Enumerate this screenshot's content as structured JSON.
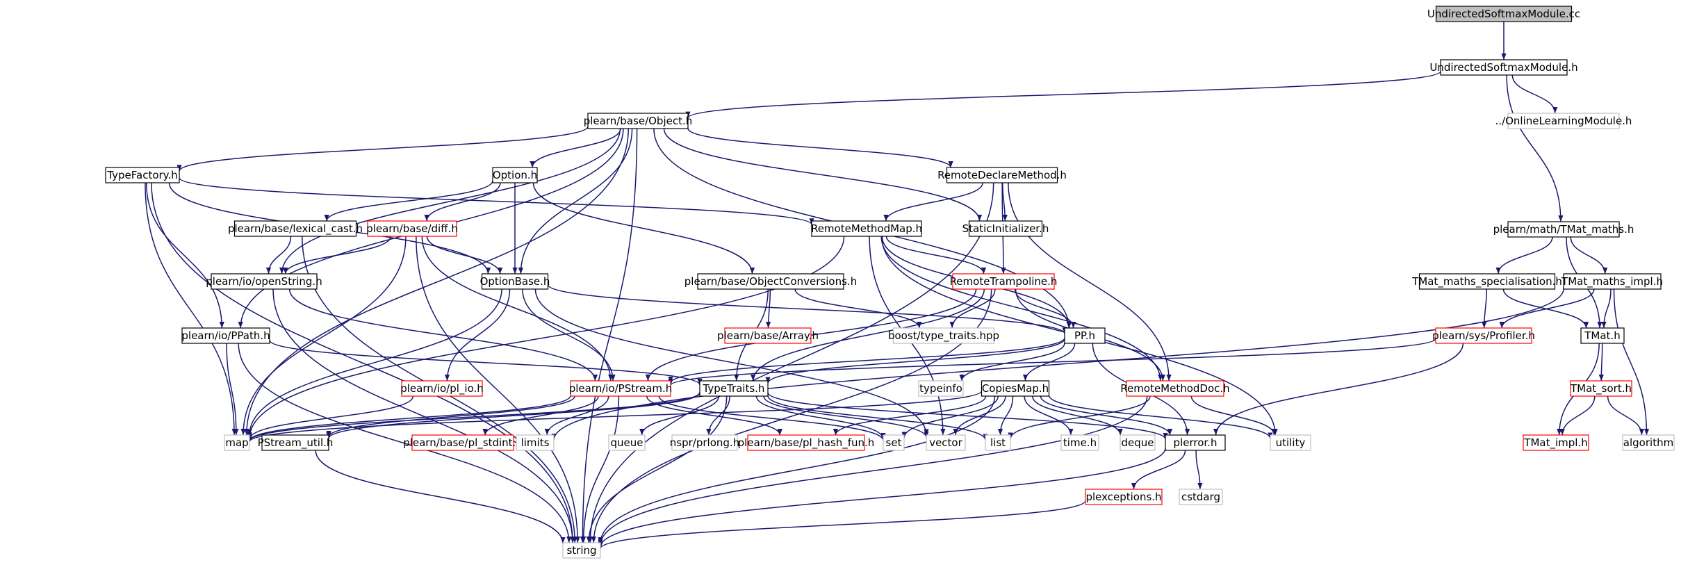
{
  "colors": {
    "edge": "#191970",
    "solid_border": "#000000",
    "missing_border": "#bfbfbf",
    "incomplete_border": "#ff0000",
    "root_fill": "#bfbfbf",
    "node_fill": "#ffffff"
  },
  "nodes": [
    {
      "id": "n0",
      "label": "UndirectedSoftmaxModule.cc",
      "kind": "root"
    },
    {
      "id": "n1",
      "label": "UndirectedSoftmaxModule.h",
      "kind": "solid"
    },
    {
      "id": "n2",
      "label": "plearn/base/Object.h",
      "kind": "solid"
    },
    {
      "id": "n3",
      "label": "../OnlineLearningModule.h",
      "kind": "missing"
    },
    {
      "id": "n4",
      "label": "plearn/math/TMat_maths.h",
      "kind": "solid"
    },
    {
      "id": "n5",
      "label": "TypeFactory.h",
      "kind": "solid"
    },
    {
      "id": "n6",
      "label": "Option.h",
      "kind": "solid"
    },
    {
      "id": "n7",
      "label": "RemoteDeclareMethod.h",
      "kind": "solid"
    },
    {
      "id": "n8",
      "label": "plearn/base/lexical_cast.h",
      "kind": "solid"
    },
    {
      "id": "n9",
      "label": "plearn/base/diff.h",
      "kind": "incomplete"
    },
    {
      "id": "n10",
      "label": "RemoteMethodMap.h",
      "kind": "solid"
    },
    {
      "id": "n11",
      "label": "StaticInitializer.h",
      "kind": "solid"
    },
    {
      "id": "n12",
      "label": "plearn/io/openString.h",
      "kind": "solid"
    },
    {
      "id": "n13",
      "label": "OptionBase.h",
      "kind": "solid"
    },
    {
      "id": "n14",
      "label": "plearn/base/ObjectConversions.h",
      "kind": "solid"
    },
    {
      "id": "n15",
      "label": "RemoteTrampoline.h",
      "kind": "incomplete"
    },
    {
      "id": "n16",
      "label": "plearn/base/Array.h",
      "kind": "incomplete"
    },
    {
      "id": "n17",
      "label": "boost/type_traits.hpp",
      "kind": "missing"
    },
    {
      "id": "n18",
      "label": "TMat_maths_specialisation.h",
      "kind": "solid"
    },
    {
      "id": "n19",
      "label": "TMat_maths_impl.h",
      "kind": "solid"
    },
    {
      "id": "n20",
      "label": "plearn/io/PPath.h",
      "kind": "solid"
    },
    {
      "id": "n21",
      "label": "PP.h",
      "kind": "solid"
    },
    {
      "id": "n22",
      "label": "plearn/sys/Profiler.h",
      "kind": "incomplete"
    },
    {
      "id": "n23",
      "label": "TMat.h",
      "kind": "solid"
    },
    {
      "id": "n24",
      "label": "plearn/io/pl_io.h",
      "kind": "incomplete"
    },
    {
      "id": "n25",
      "label": "plearn/io/PStream.h",
      "kind": "incomplete"
    },
    {
      "id": "n26",
      "label": "TypeTraits.h",
      "kind": "solid"
    },
    {
      "id": "n27",
      "label": "typeinfo",
      "kind": "missing"
    },
    {
      "id": "n28",
      "label": "CopiesMap.h",
      "kind": "solid"
    },
    {
      "id": "n29",
      "label": "RemoteMethodDoc.h",
      "kind": "incomplete"
    },
    {
      "id": "n30",
      "label": "TMat_sort.h",
      "kind": "incomplete"
    },
    {
      "id": "n31",
      "label": "map",
      "kind": "missing"
    },
    {
      "id": "n32",
      "label": "PStream_util.h",
      "kind": "solid"
    },
    {
      "id": "n33",
      "label": "plearn/base/pl_stdint.h",
      "kind": "incomplete"
    },
    {
      "id": "n34",
      "label": "limits",
      "kind": "missing"
    },
    {
      "id": "n35",
      "label": "queue",
      "kind": "missing"
    },
    {
      "id": "n36",
      "label": "nspr/prlong.h",
      "kind": "missing"
    },
    {
      "id": "n37",
      "label": "plearn/base/pl_hash_fun.h",
      "kind": "incomplete"
    },
    {
      "id": "n38",
      "label": "set",
      "kind": "missing"
    },
    {
      "id": "n39",
      "label": "vector",
      "kind": "missing"
    },
    {
      "id": "n40",
      "label": "list",
      "kind": "missing"
    },
    {
      "id": "n41",
      "label": "time.h",
      "kind": "missing"
    },
    {
      "id": "n42",
      "label": "deque",
      "kind": "missing"
    },
    {
      "id": "n43",
      "label": "plerror.h",
      "kind": "solid"
    },
    {
      "id": "n44",
      "label": "utility",
      "kind": "missing"
    },
    {
      "id": "n45",
      "label": "TMat_impl.h",
      "kind": "incomplete"
    },
    {
      "id": "n46",
      "label": "algorithm",
      "kind": "missing"
    },
    {
      "id": "n47",
      "label": "plexceptions.h",
      "kind": "incomplete"
    },
    {
      "id": "n48",
      "label": "cstdarg",
      "kind": "missing"
    },
    {
      "id": "n49",
      "label": "string",
      "kind": "missing"
    }
  ],
  "edges": [
    [
      "n0",
      "n1"
    ],
    [
      "n1",
      "n2"
    ],
    [
      "n1",
      "n3"
    ],
    [
      "n1",
      "n4"
    ],
    [
      "n2",
      "n5"
    ],
    [
      "n2",
      "n6"
    ],
    [
      "n2",
      "n7"
    ],
    [
      "n2",
      "n11"
    ],
    [
      "n2",
      "n12"
    ],
    [
      "n2",
      "n20"
    ],
    [
      "n2",
      "n21"
    ],
    [
      "n2",
      "n31"
    ],
    [
      "n2",
      "n49"
    ],
    [
      "n2",
      "n13"
    ],
    [
      "n5",
      "n13"
    ],
    [
      "n5",
      "n10"
    ],
    [
      "n5",
      "n20"
    ],
    [
      "n5",
      "n31"
    ],
    [
      "n5",
      "n49"
    ],
    [
      "n6",
      "n8"
    ],
    [
      "n6",
      "n9"
    ],
    [
      "n6",
      "n13"
    ],
    [
      "n6",
      "n14"
    ],
    [
      "n7",
      "n10"
    ],
    [
      "n7",
      "n11"
    ],
    [
      "n7",
      "n15"
    ],
    [
      "n7",
      "n29"
    ],
    [
      "n7",
      "n49"
    ],
    [
      "n8",
      "n12"
    ],
    [
      "n8",
      "n49"
    ],
    [
      "n9",
      "n12"
    ],
    [
      "n9",
      "n13"
    ],
    [
      "n9",
      "n25"
    ],
    [
      "n9",
      "n31"
    ],
    [
      "n9",
      "n49"
    ],
    [
      "n10",
      "n15"
    ],
    [
      "n10",
      "n21"
    ],
    [
      "n10",
      "n29"
    ],
    [
      "n10",
      "n31"
    ],
    [
      "n10",
      "n39"
    ],
    [
      "n10",
      "n44"
    ],
    [
      "n12",
      "n25"
    ],
    [
      "n12",
      "n49"
    ],
    [
      "n13",
      "n21"
    ],
    [
      "n13",
      "n24"
    ],
    [
      "n13",
      "n25"
    ],
    [
      "n13",
      "n39"
    ],
    [
      "n13",
      "n31"
    ],
    [
      "n14",
      "n16"
    ],
    [
      "n14",
      "n17"
    ],
    [
      "n14",
      "n26"
    ],
    [
      "n15",
      "n17"
    ],
    [
      "n15",
      "n21"
    ],
    [
      "n15",
      "n26"
    ],
    [
      "n15",
      "n29"
    ],
    [
      "n15",
      "n25"
    ],
    [
      "n15",
      "n49"
    ],
    [
      "n4",
      "n18"
    ],
    [
      "n4",
      "n19"
    ],
    [
      "n4",
      "n23"
    ],
    [
      "n18",
      "n22"
    ],
    [
      "n18",
      "n23"
    ],
    [
      "n19",
      "n22"
    ],
    [
      "n19",
      "n23"
    ],
    [
      "n19",
      "n46"
    ],
    [
      "n19",
      "n34"
    ],
    [
      "n20",
      "n26"
    ],
    [
      "n20",
      "n31"
    ],
    [
      "n20",
      "n49"
    ],
    [
      "n21",
      "n25"
    ],
    [
      "n21",
      "n26"
    ],
    [
      "n21",
      "n27"
    ],
    [
      "n21",
      "n28"
    ],
    [
      "n21",
      "n43"
    ],
    [
      "n22",
      "n25"
    ],
    [
      "n22",
      "n43"
    ],
    [
      "n23",
      "n30"
    ],
    [
      "n23",
      "n45"
    ],
    [
      "n24",
      "n31"
    ],
    [
      "n25",
      "n31"
    ],
    [
      "n25",
      "n32"
    ],
    [
      "n25",
      "n33"
    ],
    [
      "n25",
      "n34"
    ],
    [
      "n25",
      "n37"
    ],
    [
      "n25",
      "n38"
    ],
    [
      "n25",
      "n49"
    ],
    [
      "n26",
      "n31"
    ],
    [
      "n26",
      "n32"
    ],
    [
      "n26",
      "n35"
    ],
    [
      "n26",
      "n36"
    ],
    [
      "n26",
      "n38"
    ],
    [
      "n26",
      "n39"
    ],
    [
      "n26",
      "n40"
    ],
    [
      "n26",
      "n43"
    ],
    [
      "n26",
      "n49"
    ],
    [
      "n28",
      "n31"
    ],
    [
      "n28",
      "n37"
    ],
    [
      "n28",
      "n38"
    ],
    [
      "n28",
      "n39"
    ],
    [
      "n28",
      "n40"
    ],
    [
      "n28",
      "n41"
    ],
    [
      "n28",
      "n42"
    ],
    [
      "n28",
      "n43"
    ],
    [
      "n28",
      "n44"
    ],
    [
      "n28",
      "n49"
    ],
    [
      "n29",
      "n40"
    ],
    [
      "n29",
      "n44"
    ],
    [
      "n29",
      "n49"
    ],
    [
      "n30",
      "n45"
    ],
    [
      "n30",
      "n46"
    ],
    [
      "n32",
      "n49"
    ],
    [
      "n43",
      "n47"
    ],
    [
      "n43",
      "n48"
    ],
    [
      "n43",
      "n49"
    ],
    [
      "n47",
      "n49"
    ]
  ]
}
